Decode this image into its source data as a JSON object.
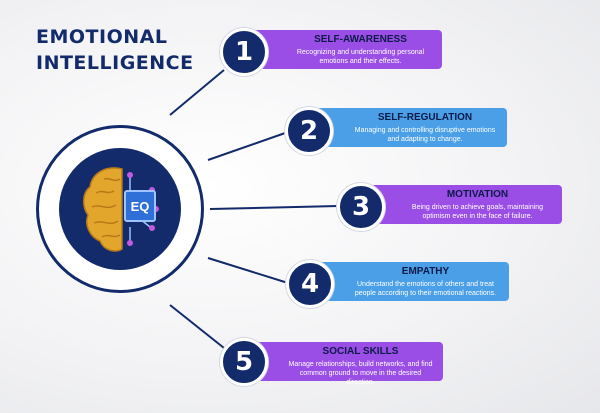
{
  "title": {
    "line1": "EMOTIONAL",
    "line2": "INTELLIGENCE"
  },
  "hub": {
    "chip_label": "EQ",
    "brain_color": "#e0a22a",
    "navy": "#132a6b"
  },
  "colors": {
    "purple": "#9a4ee6",
    "blue": "#4a9fe6"
  },
  "items": [
    {
      "number": "1",
      "title": "SELF-AWARENESS",
      "description": "Recognizing and understanding personal emotions and their effects."
    },
    {
      "number": "2",
      "title": "SELF-REGULATION",
      "description": "Managing and controlling disruptive emotions and adapting to change."
    },
    {
      "number": "3",
      "title": "MOTIVATION",
      "description": "Being driven to achieve goals, maintaining optimism even in the face of failure."
    },
    {
      "number": "4",
      "title": "EMPATHY",
      "description": "Understand the emotions of others and treat people according to their emotional reactions."
    },
    {
      "number": "5",
      "title": "SOCIAL SKILLS",
      "description": "Manage relationships, build networks, and find common ground to move in the desired direction."
    }
  ]
}
